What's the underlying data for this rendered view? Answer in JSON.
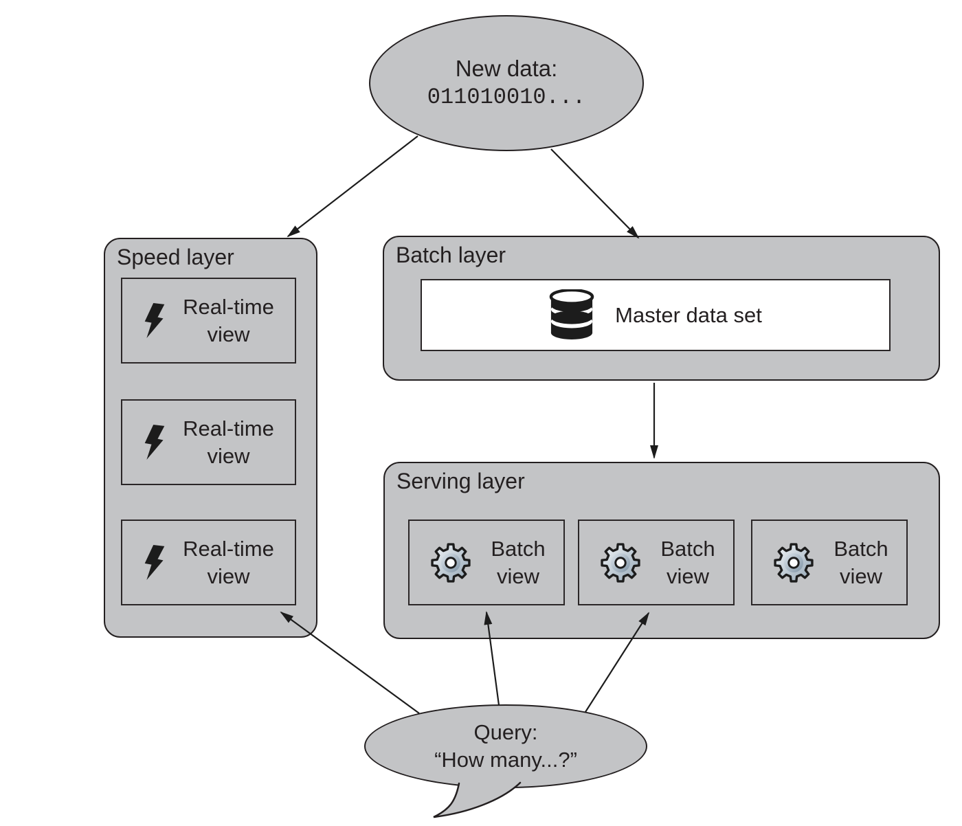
{
  "new_data": {
    "title": "New data:",
    "binary": "011010010..."
  },
  "speed_layer": {
    "title": "Speed layer",
    "views": [
      {
        "line1": "Real-time",
        "line2": "view"
      },
      {
        "line1": "Real-time",
        "line2": "view"
      },
      {
        "line1": "Real-time",
        "line2": "view"
      }
    ]
  },
  "batch_layer": {
    "title": "Batch layer",
    "master_label": "Master data set"
  },
  "serving_layer": {
    "title": "Serving layer",
    "views": [
      {
        "line1": "Batch",
        "line2": "view"
      },
      {
        "line1": "Batch",
        "line2": "view"
      },
      {
        "line1": "Batch",
        "line2": "view"
      }
    ]
  },
  "query": {
    "line1": "Query:",
    "line2": "“How many...?”"
  },
  "icons": {
    "speed_view_icon": "lightning-bolt-icon",
    "master_data_icon": "database-icon",
    "batch_view_icon": "gear-icon"
  },
  "colors": {
    "shape_fill": "#c3c4c6",
    "outline": "#231f20",
    "inner_border": "#2a2627",
    "white_box": "#ffffff",
    "gear_light": "#f4f7f9",
    "gear_dark": "#93a5b4",
    "text": "#231f20"
  }
}
